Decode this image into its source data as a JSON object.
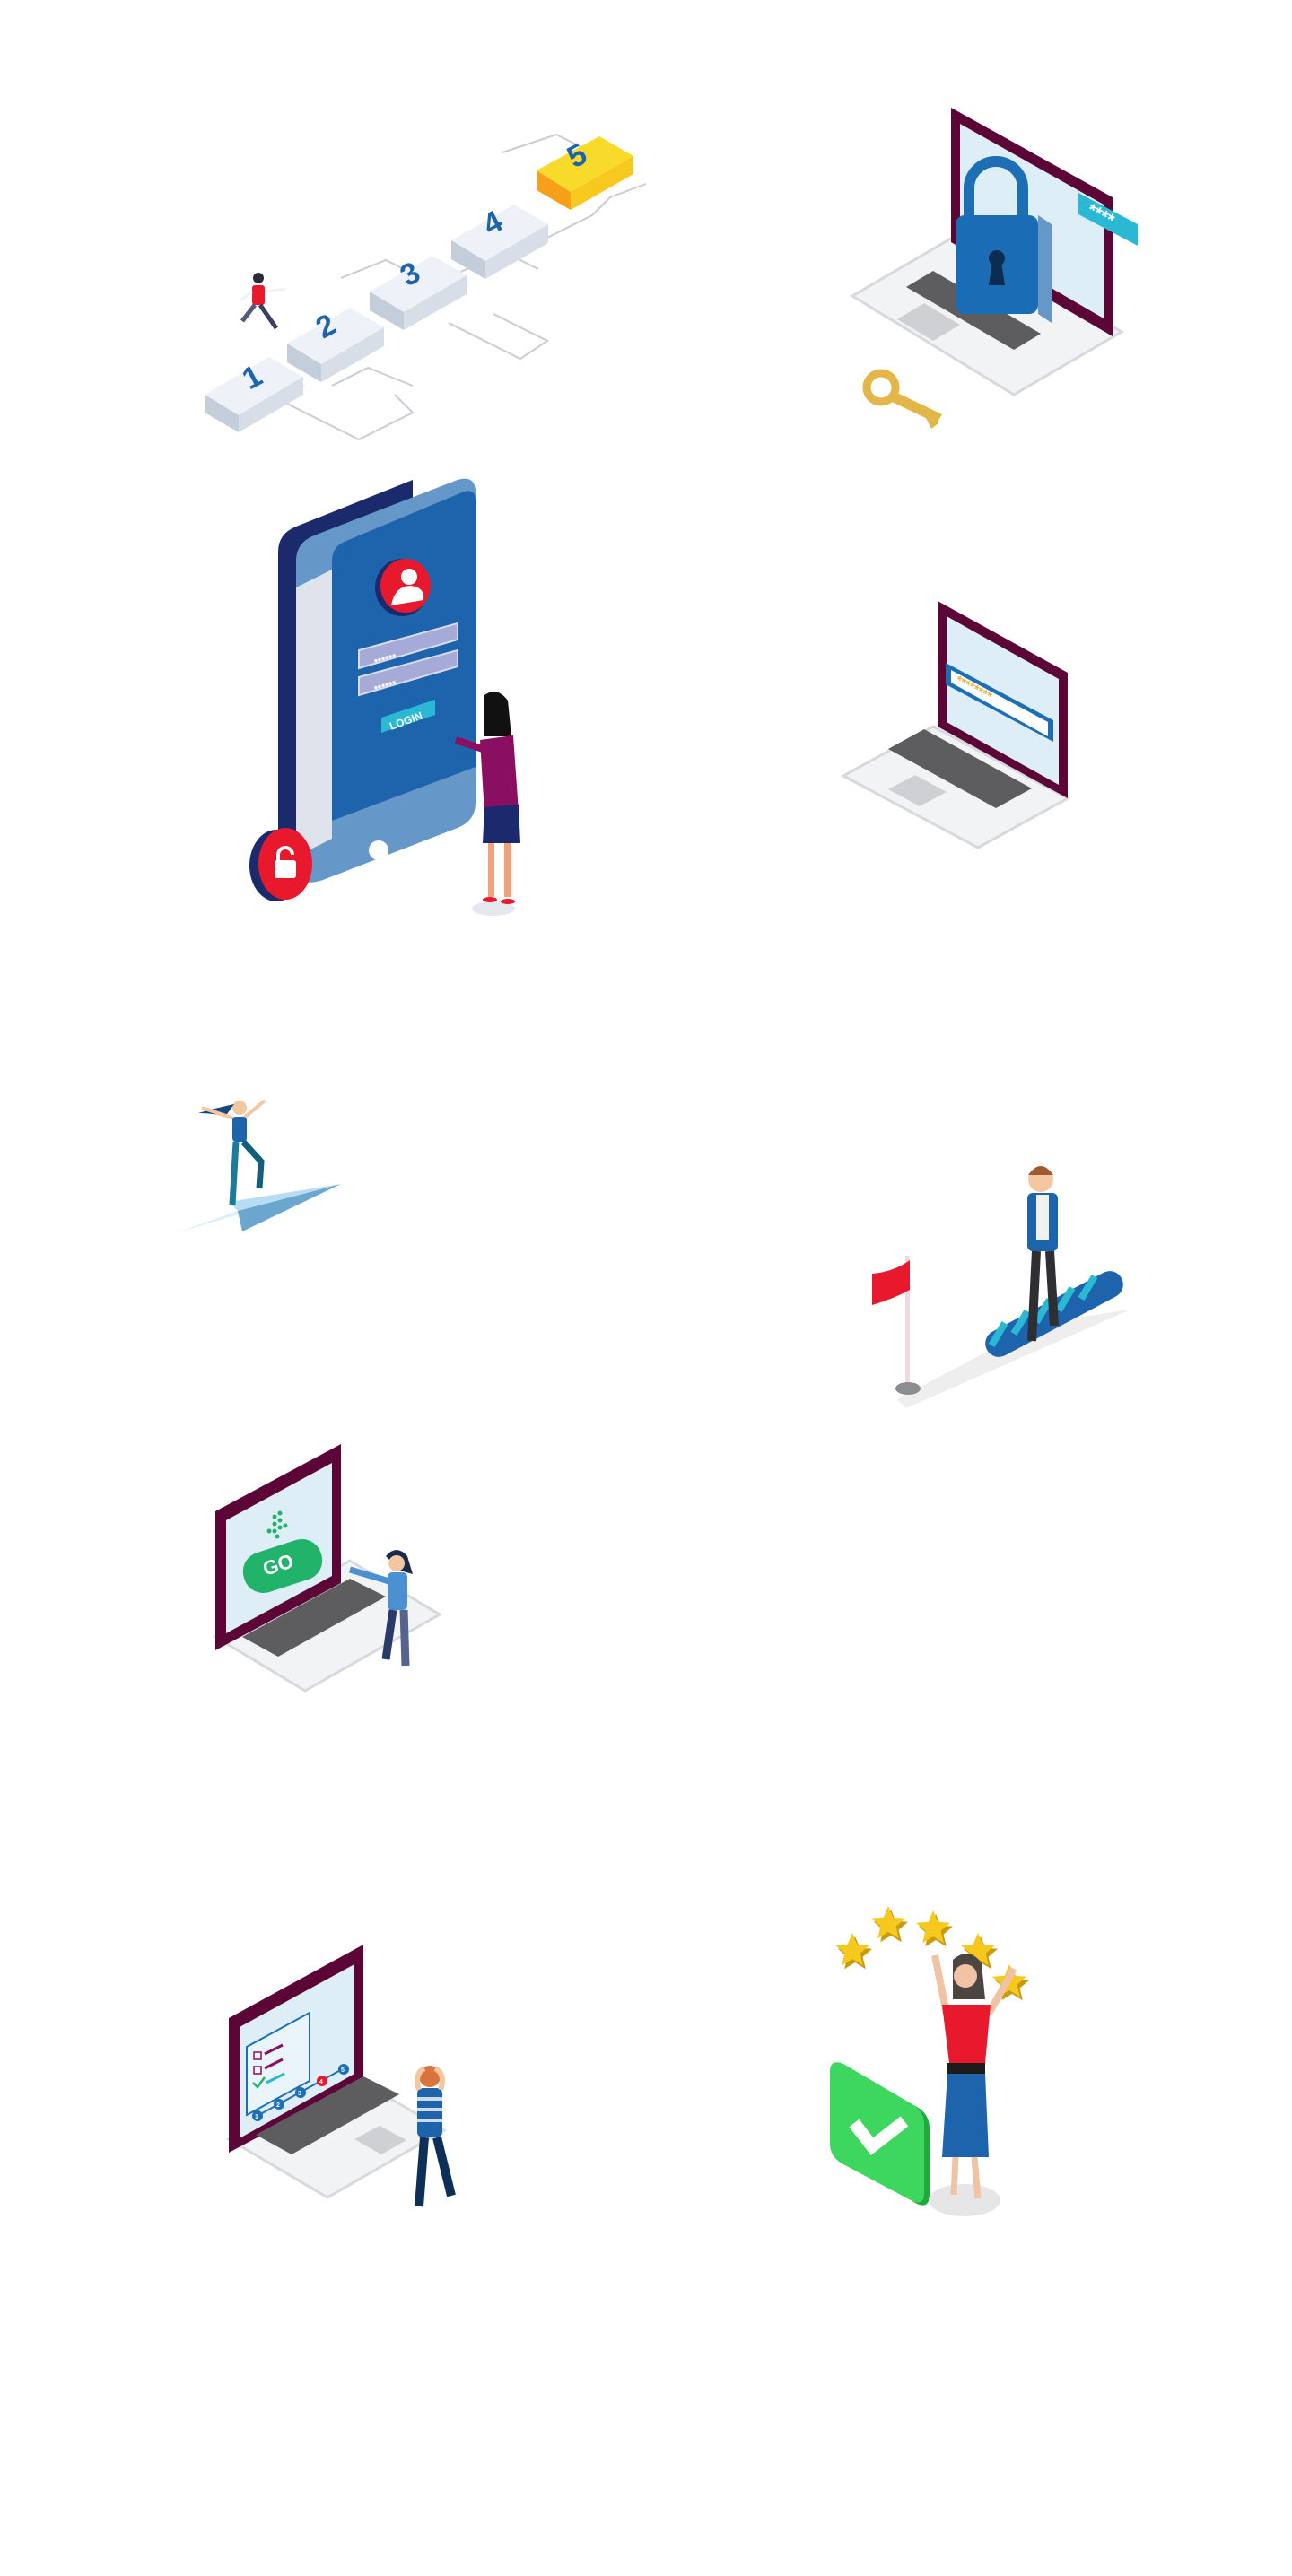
{
  "colors": {
    "blue_primary": "#1d64ad",
    "blue_dark": "#1a2a6c",
    "blue_light": "#6598c9",
    "cyan": "#2bb8d4",
    "red": "#e8192c",
    "yellow": "#f7c81e",
    "orange": "#f6a01a",
    "maroon": "#5c0537",
    "screen": "#ddeef7",
    "key": "#5d5d60",
    "laptop_body": "#f2f3f5",
    "green": "#3dd65e",
    "green_dark": "#1faa3d",
    "gold": "#e2b648",
    "plum": "#8a0e61"
  },
  "illustrations": [
    {
      "id": "steps",
      "icon": "numbered-steps-icon",
      "steps": [
        "1",
        "2",
        "3",
        "4",
        "5"
      ],
      "highlighted_step": "5"
    },
    {
      "id": "laptop-lock",
      "icon": "padlock-laptop-icon",
      "password_mask": "****"
    },
    {
      "id": "phone-login",
      "icon": "phone-login-icon",
      "login_label": "LOGIN",
      "field_mask": "••••••"
    },
    {
      "id": "laptop-password",
      "icon": "password-laptop-icon",
      "password_mask": "********"
    },
    {
      "id": "paper-plane",
      "icon": "paper-plane-icon"
    },
    {
      "id": "goal-flag",
      "icon": "goal-flag-icon"
    },
    {
      "id": "laptop-go",
      "icon": "go-button-laptop-icon",
      "go_label": "GO"
    },
    {
      "id": "laptop-quiz",
      "icon": "quiz-progress-laptop-icon",
      "progress_steps": [
        "1",
        "2",
        "3",
        "4",
        "5"
      ],
      "error_step": "4"
    },
    {
      "id": "five-star-rating",
      "icon": "five-stars-icon",
      "rating": 5,
      "rating_max": 5
    }
  ]
}
